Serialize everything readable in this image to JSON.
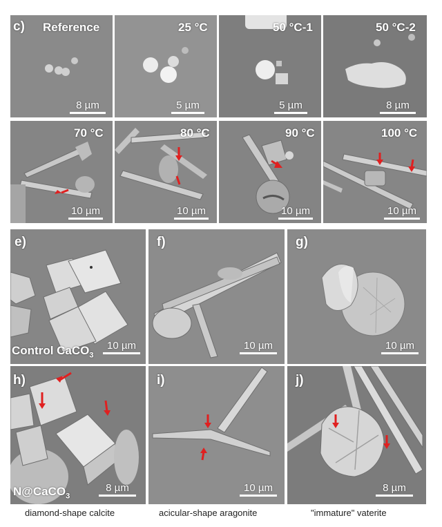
{
  "panels": {
    "ref": {
      "letter": "c)",
      "title": "Reference",
      "scale": "8 µm"
    },
    "t25": {
      "title": "25 °C",
      "scale": "5 µm"
    },
    "t50a": {
      "title": "50 °C-1",
      "scale": "5 µm"
    },
    "t50b": {
      "title": "50 °C-2",
      "scale": "8 µm"
    },
    "t70": {
      "title": "70 °C",
      "scale": "10 µm"
    },
    "t80": {
      "title": "80 °C",
      "scale": "10 µm"
    },
    "t90": {
      "title": "90 °C",
      "scale": "10 µm"
    },
    "t100": {
      "title": "100 °C",
      "scale": "10 µm"
    },
    "e": {
      "letter": "e)",
      "label_main": "Control CaCO",
      "label_sub": "3",
      "scale": "10 µm"
    },
    "f": {
      "letter": "f)",
      "scale": "10 µm"
    },
    "g": {
      "letter": "g)",
      "scale": "10 µm"
    },
    "h": {
      "letter": "h)",
      "label_main": "N@CaCO",
      "label_sub": "3",
      "scale": "8 µm"
    },
    "i": {
      "letter": "i)",
      "scale": "10 µm"
    },
    "j": {
      "letter": "j)",
      "scale": "8 µm"
    }
  },
  "captions": {
    "h": "diamond-shape calcite",
    "i": "acicular-shape aragonite",
    "j": "\"immature\" vaterite"
  },
  "colors": {
    "arrow": "#e02020",
    "background": "#8c8c8c"
  }
}
